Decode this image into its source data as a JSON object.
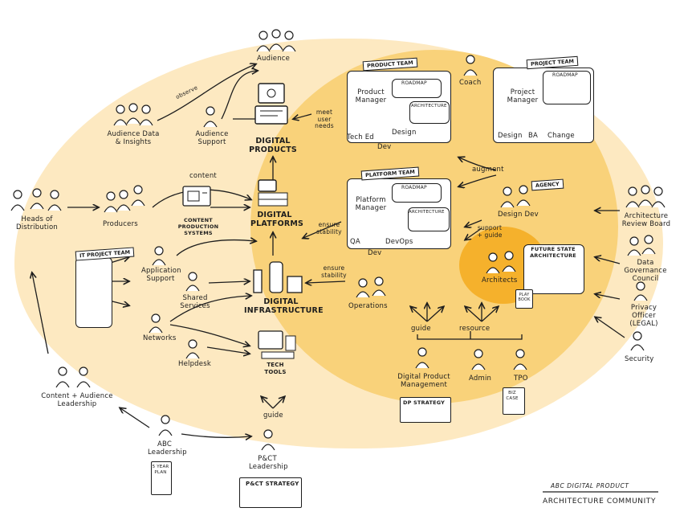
{
  "title": {
    "line1": "ABC DIGITAL PRODUCT",
    "line2": "ARCHITECTURE COMMUNITY"
  },
  "colors": {
    "outer": "#fde9c1",
    "middle": "#f9d27a",
    "core": "#f5b12c",
    "ink": "#1d1d1d"
  },
  "core": {
    "products": "DIGITAL PRODUCTS",
    "platforms": "DIGITAL PLATFORMS",
    "infrastructure": "DIGITAL INFRASTRUCTURE"
  },
  "product_team": {
    "banner": "PRODUCT TEAM",
    "roles": [
      "Product Manager",
      "Tech Ed",
      "Dev",
      "Design"
    ],
    "roadmap": "ROADMAP",
    "architecture": "ARCHITECTURE"
  },
  "platform_team": {
    "banner": "PLATFORM TEAM",
    "roles": [
      "Platform Manager",
      "QA",
      "Dev",
      "DevOps"
    ],
    "roadmap": "ROADMAP",
    "architecture": "ARCHITECTURE"
  },
  "project_team": {
    "banner": "PROJECT TEAM",
    "roles": [
      "Project Manager",
      "Design",
      "BA",
      "Change"
    ],
    "roadmap": "ROADMAP"
  },
  "it_project_team": {
    "banner": "IT PROJECT TEAM"
  },
  "agency": {
    "banner": "AGENCY",
    "label": "Design Dev"
  },
  "actors": {
    "audience": "Audience",
    "audience_data": "Audience Data & Insights",
    "audience_support": "Audience Support",
    "heads_of_distribution": "Heads of Distribution",
    "producers": "Producers",
    "content_production": "CONTENT PRODUCTION SYSTEMS",
    "application_support": "Application Support",
    "shared_services": "Shared Services",
    "networks": "Networks",
    "helpdesk": "Helpdesk",
    "tech_tools": "TECH TOOLS",
    "operations": "Operations",
    "coach": "Coach",
    "architects": "Architects",
    "future_state": "FUTURE STATE ARCHITECTURE",
    "playbook": "PLAY BOOK",
    "dpm": "Digital Product Management",
    "dp_strategy": "DP STRATEGY",
    "admin": "Admin",
    "tpo": "TPO",
    "biz_case": "BIZ CASE",
    "content_leadership": "Content + Audience Leadership",
    "abc_leadership": "ABC Leadership",
    "five_year_plan": "5 YEAR PLAN",
    "pct_leadership": "P&CT Leadership",
    "pct_strategy": "P&CT STRATEGY",
    "review_board": "Architecture Review Board",
    "data_governance": "Data Governance Council",
    "privacy": "Privacy Officer (LEGAL)",
    "security": "Security"
  },
  "flows": {
    "observe": "observe",
    "meet_needs": "meet user needs",
    "content": "content",
    "ensure_stability_1": "ensure stability",
    "ensure_stability_2": "ensure stability",
    "augment": "augment",
    "support_guide": "support + guide",
    "guide_1": "guide",
    "resource": "resource",
    "guide_2": "guide"
  }
}
